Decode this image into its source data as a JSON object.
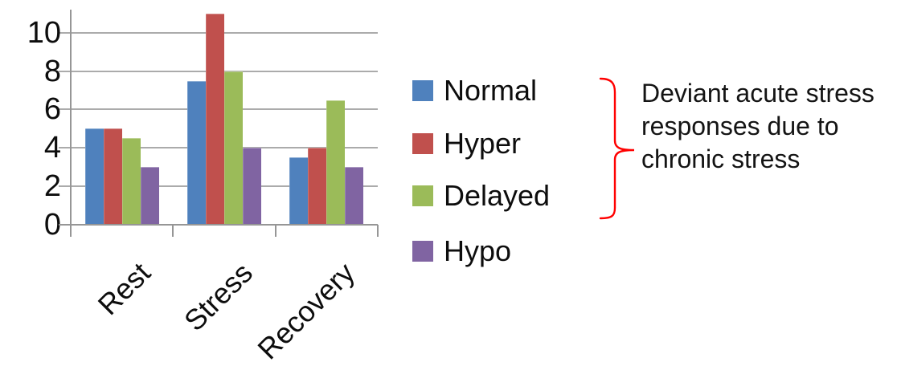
{
  "chart_data": {
    "type": "bar",
    "categories": [
      "Rest",
      "Stress",
      "Recovery"
    ],
    "series": [
      {
        "name": "Normal",
        "color": "#4F81BD",
        "values": [
          5,
          7.5,
          3.5
        ]
      },
      {
        "name": "Hyper",
        "color": "#C0504D",
        "values": [
          5,
          11,
          4
        ]
      },
      {
        "name": "Delayed",
        "color": "#9BBB59",
        "values": [
          4.5,
          8,
          6.5
        ]
      },
      {
        "name": "Hypo",
        "color": "#8064A2",
        "values": [
          3,
          4,
          3
        ]
      }
    ],
    "yticks": [
      0,
      2,
      4,
      6,
      8,
      10
    ],
    "ylim": [
      0,
      11.2
    ],
    "grid": true,
    "legend_position": "right",
    "title": "",
    "xlabel": "",
    "ylabel": ""
  },
  "legend": {
    "items": [
      "Normal",
      "Hyper",
      "Delayed",
      "Hypo"
    ]
  },
  "annotation": {
    "lines": [
      "Deviant acute stress",
      "responses due to",
      "chronic stress"
    ],
    "brace_color": "#FF0000"
  }
}
